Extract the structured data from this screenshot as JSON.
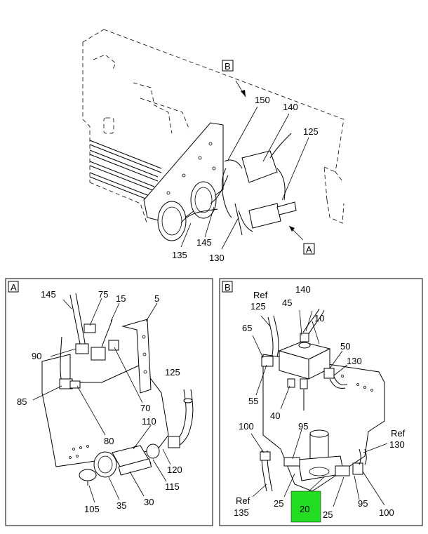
{
  "views": {
    "b_marker": "B",
    "a_marker": "A",
    "panel_a_tag": "A",
    "panel_b_tag": "B"
  },
  "callouts_top": [
    "150",
    "140",
    "125",
    "135",
    "145",
    "130"
  ],
  "callouts_a": [
    "145",
    "75",
    "15",
    "5",
    "90",
    "85",
    "70",
    "80",
    "125",
    "110",
    "120",
    "115",
    "105",
    "35",
    "30"
  ],
  "callouts_b": {
    "ref125_ref": "Ref",
    "ref125_num": "125",
    "n45": "45",
    "n140": "140",
    "n10": "10",
    "n65": "65",
    "n50": "50",
    "n130": "130",
    "n55": "55",
    "n40": "40",
    "n100a": "100",
    "n95a": "95",
    "ref130_ref": "Ref",
    "ref130_num": "130",
    "ref135_ref": "Ref",
    "ref135_num": "135",
    "n25a": "25",
    "n20": "20",
    "n25b": "25",
    "n95b": "95",
    "n100b": "100"
  },
  "highlight_color": "#22dd22"
}
